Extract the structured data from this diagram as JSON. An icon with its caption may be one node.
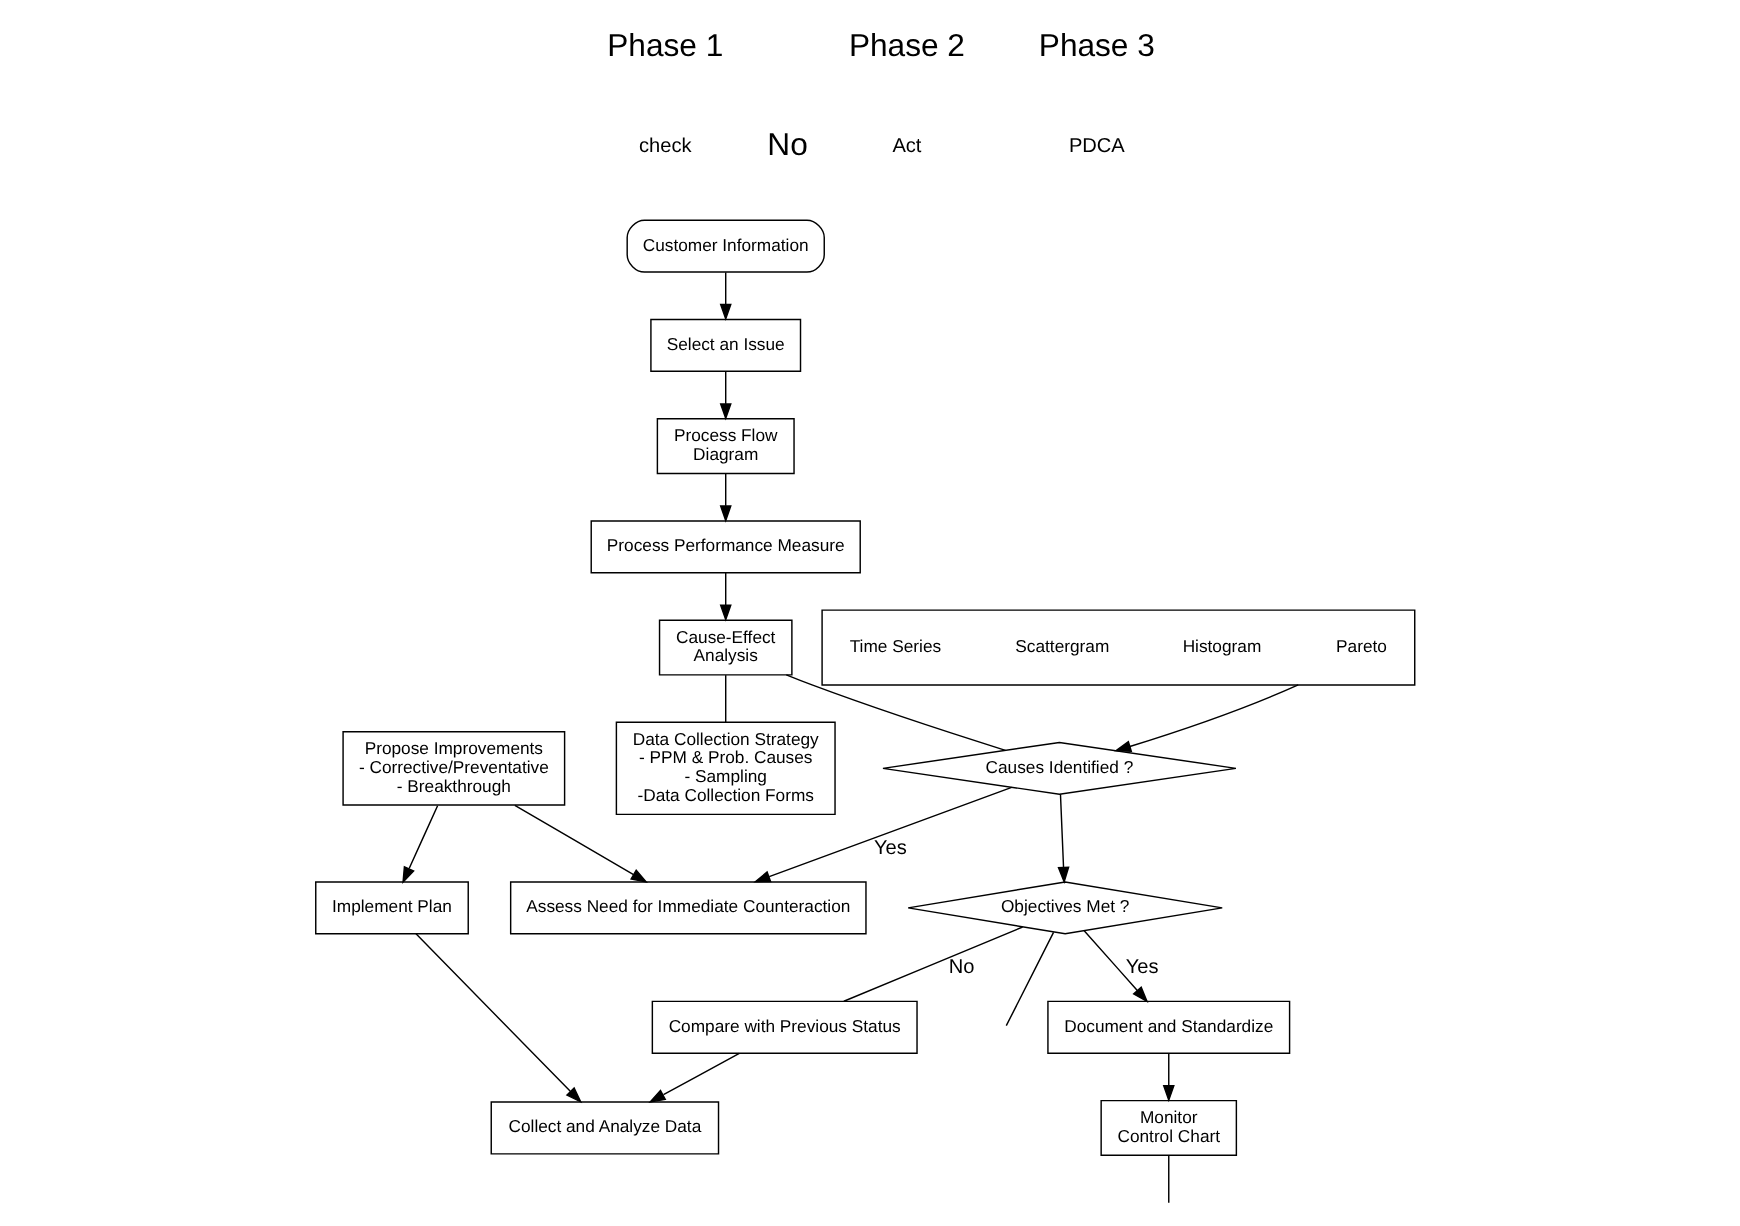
{
  "diagram": {
    "nodes": [
      {
        "text": [
          "Customer Information"
        ]
      },
      {
        "text": [
          "Select an Issue"
        ]
      },
      {
        "text": [
          "Process Flow",
          "Diagram"
        ]
      },
      {
        "text": [
          "Process Performance Measure"
        ]
      },
      {
        "text": [
          "Cause-Effect",
          "Analysis"
        ]
      },
      {
        "text": [
          "Data Collection Strategy",
          "- PPM & Prob. Causes",
          "- Sampling",
          "-Data Collection Forms"
        ]
      },
      {
        "text": [],
        "shape": "box"
      },
      {
        "text": [
          "Pareto"
        ],
        "in": 6
      },
      {
        "text": [
          "Histogram"
        ],
        "in": 6
      },
      {
        "text": [
          "Scattergram"
        ],
        "in": 6
      },
      {
        "text": [
          "Time Series"
        ],
        "in": 6
      },
      {
        "text": [
          "Causes Identified ?"
        ]
      },
      {
        "text": [
          "Assess Need for Immediate Counteraction"
        ]
      },
      {
        "text": [
          "Propose Improvements",
          "- Corrective/Preventative",
          "- Breakthrough"
        ]
      },
      {
        "text": [
          "Implement Plan"
        ]
      },
      {
        "text": [
          "Collect and Analyze Data"
        ]
      },
      {
        "text": [
          "Objectives Met ?"
        ]
      },
      {
        "text": [
          "Compare with Previous Status"
        ]
      },
      {
        "text": [
          "Document and Standardize"
        ]
      },
      {
        "text": [
          "Monitor",
          "Control Chart"
        ]
      }
    ],
    "edges": [
      {
        "from": 0,
        "to": 1,
        "arrow": "to"
      },
      {
        "from": 1,
        "to": 2,
        "arrow": "to"
      },
      {
        "from": 2,
        "to": 3,
        "arrow": "to"
      },
      {
        "from": 3,
        "to": 4,
        "arrow": "to"
      },
      {
        "from": 4,
        "to": 11,
        "arrow": "none"
      },
      {
        "from": 4,
        "to": 5,
        "arrow": "none"
      },
      {
        "from": 6,
        "to": 11,
        "arrow": "to"
      },
      {
        "from": 11,
        "to": 12,
        "arrow": "to",
        "label": "Yes"
      },
      {
        "from": 11,
        "to": 16,
        "arrow": "to"
      },
      {
        "from": 13,
        "to": 12,
        "arrow": "to"
      },
      {
        "from": 13,
        "to": 14,
        "arrow": "to"
      },
      {
        "from": 14,
        "to": 15,
        "arrow": "to"
      },
      {
        "from": 17,
        "to": 15,
        "arrow": "to"
      },
      {
        "from": 16,
        "to": 17,
        "arrow": "none",
        "label": "No"
      },
      {
        "from": 16,
        "to": 18,
        "arrow": "to",
        "label": "Yes"
      },
      {
        "from": 18,
        "to": 19,
        "arrow": "to"
      },
      {
        "from": 16,
        "to": null,
        "arrow": "none"
      },
      {
        "from": 19,
        "to": null,
        "arrow": "none"
      }
    ],
    "labels": [
      "Phase 1",
      "check",
      "Phase 2",
      "Act",
      "Phase 3",
      "PDCA",
      "No"
    ]
  }
}
